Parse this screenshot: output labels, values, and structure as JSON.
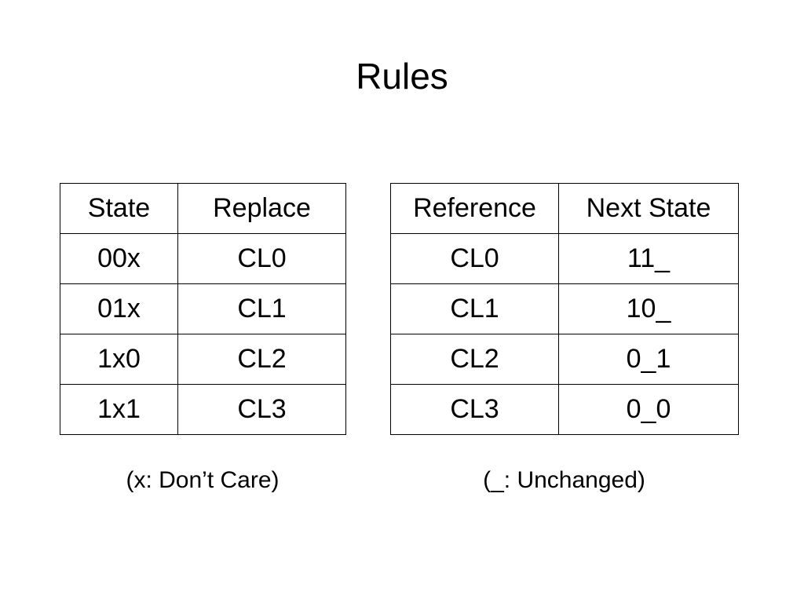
{
  "title": "Rules",
  "left_table": {
    "headers": [
      "State",
      "Replace"
    ],
    "rows": [
      [
        "00x",
        "CL0"
      ],
      [
        "01x",
        "CL1"
      ],
      [
        "1x0",
        "CL2"
      ],
      [
        "1x1",
        "CL3"
      ]
    ],
    "note": "(x: Don’t Care)"
  },
  "right_table": {
    "headers": [
      "Reference",
      "Next State"
    ],
    "rows": [
      [
        "CL0",
        "11_"
      ],
      [
        "CL1",
        "10_"
      ],
      [
        "CL2",
        "0_1"
      ],
      [
        "CL3",
        "0_0"
      ]
    ],
    "note": "(_: Unchanged)"
  }
}
